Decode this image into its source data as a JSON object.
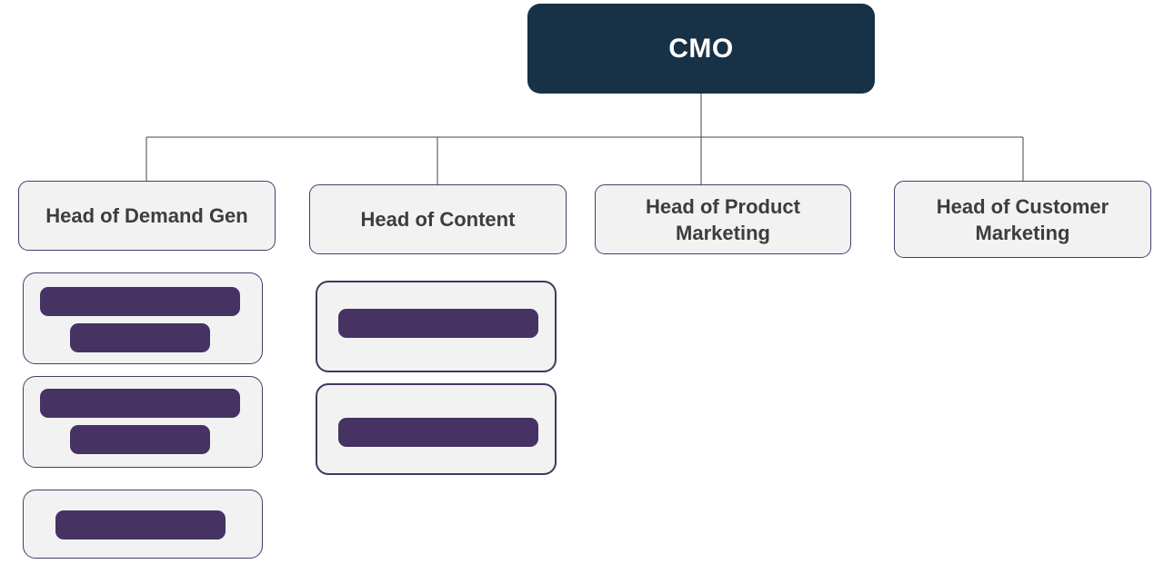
{
  "org_chart": {
    "root": {
      "title": "CMO",
      "fill": "#173247",
      "text_color": "#ffffff"
    },
    "heads": [
      {
        "title": "Head of Demand Gen"
      },
      {
        "title": "Head of Content"
      },
      {
        "title": "Head of Product Marketing"
      },
      {
        "title": "Head of Customer Marketing"
      }
    ],
    "placeholder_cards": {
      "head_of_demand_gen": 3,
      "head_of_content": 2,
      "head_of_product_marketing": 0,
      "head_of_customer_marketing": 0
    },
    "colors": {
      "head_fill": "#f2f2f2",
      "card_border": "#4a3a70",
      "placeholder_bar": "#463263",
      "connector": "#444444"
    }
  }
}
